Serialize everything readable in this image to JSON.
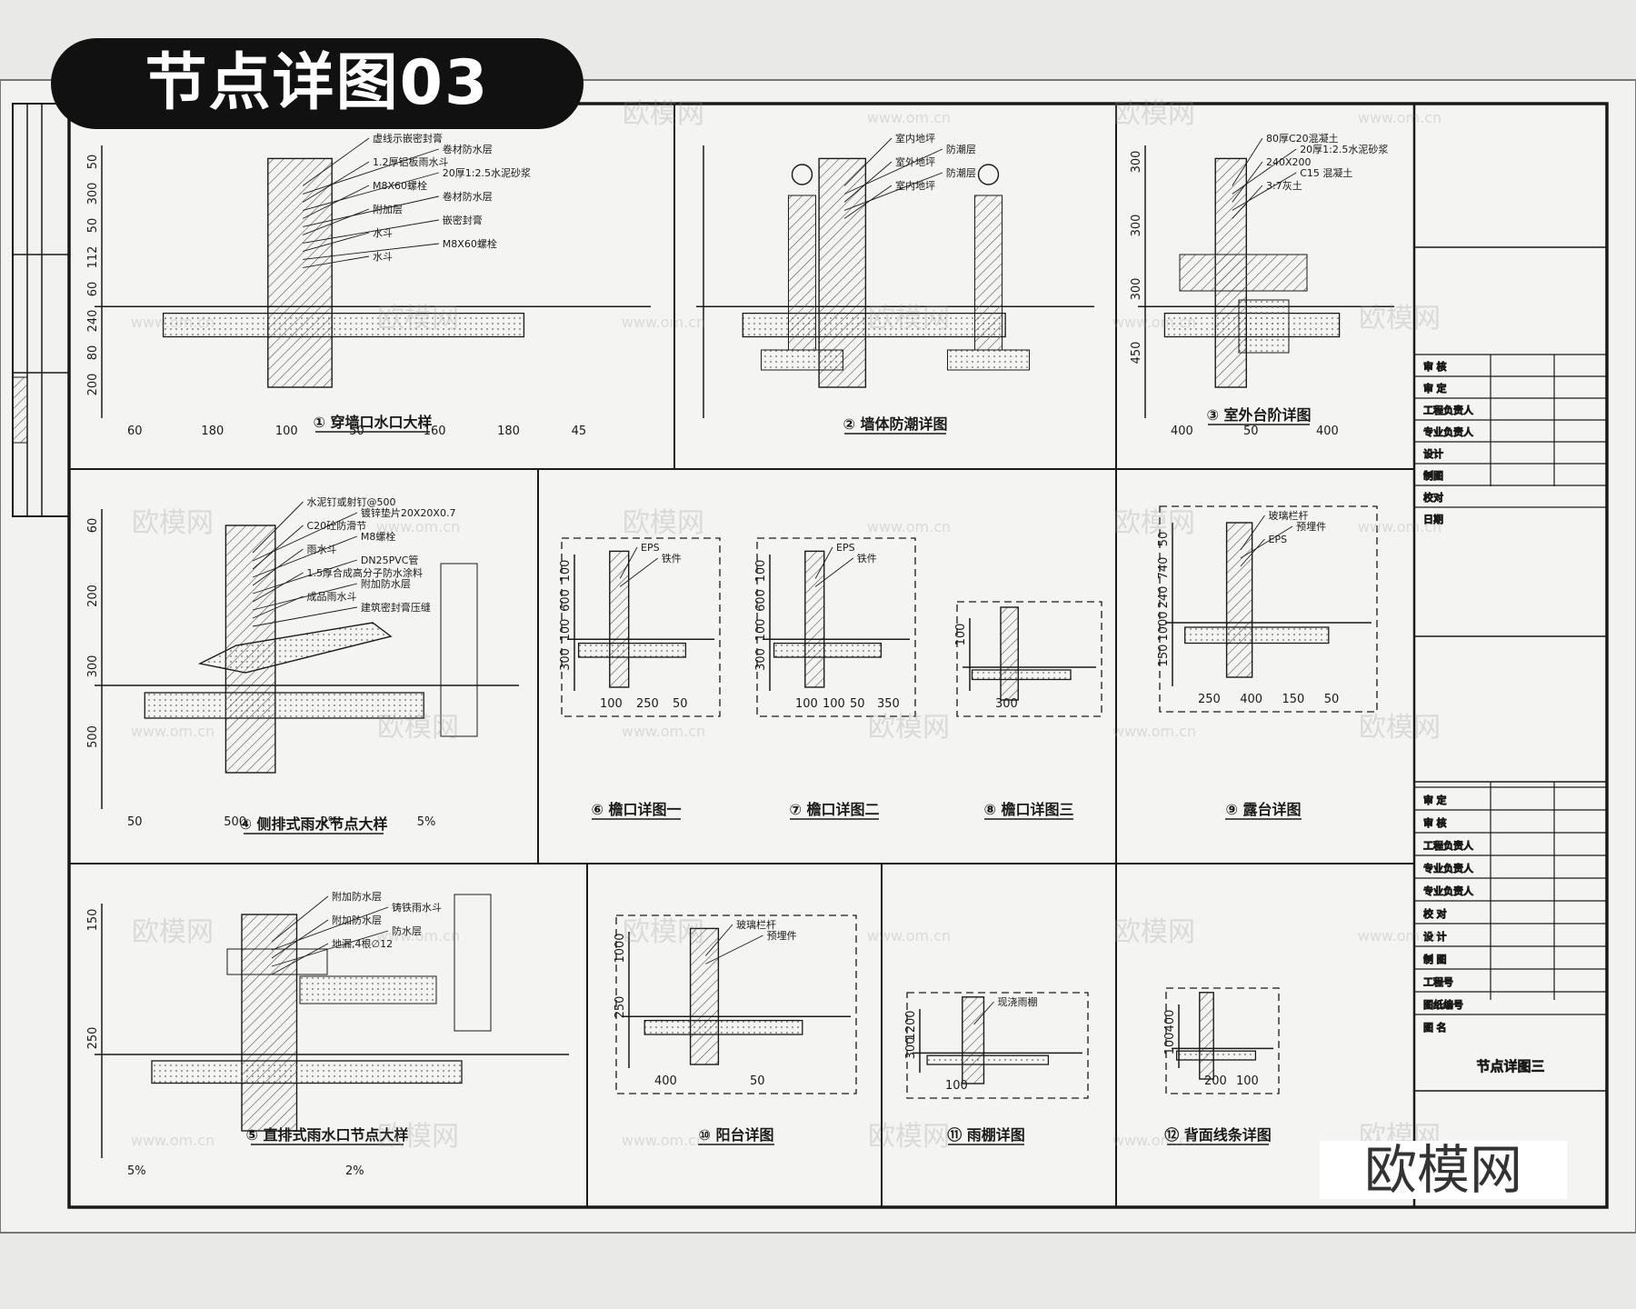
{
  "page_title": "节点详图03",
  "brand_logo": "欧模网",
  "watermarks": [
    "欧模网",
    "www.om.cn"
  ],
  "accent_colors": {
    "paper": "#e9e9e7",
    "ink": "#1a1a1a",
    "badge": "#111111"
  },
  "details": [
    {
      "id": "d1",
      "caption": "① 穿墙口水口大样",
      "annotations": [
        "虚线示嵌密封膏",
        "卷材防水层",
        "1.2厚铝板雨水斗",
        "20厚1:2.5水泥砂浆",
        "M8X60螺栓",
        "卷材防水层",
        "附加层",
        "嵌密封膏",
        "水斗",
        "M8X60螺栓",
        "水斗"
      ],
      "dimensions": [
        "50",
        "300",
        "50",
        "112",
        "60",
        "240",
        "80",
        "200",
        "60",
        "180",
        "100",
        "50",
        "160",
        "180",
        "45"
      ]
    },
    {
      "id": "d2",
      "caption": "② 墙体防潮详图",
      "annotations": [
        "室内地坪",
        "防潮层",
        "室外地坪",
        "防潮层",
        "室内地坪"
      ],
      "dimensions": []
    },
    {
      "id": "d3",
      "caption": "③ 室外台阶详图",
      "annotations": [
        "80厚C20混凝土",
        "20厚1:2.5水泥砂浆",
        "240X200",
        "C15 混凝土",
        "3:7灰土"
      ],
      "dimensions": [
        "300",
        "300",
        "300",
        "450",
        "400",
        "50",
        "400"
      ]
    },
    {
      "id": "d4",
      "caption": "④ 侧排式雨水节点大样",
      "annotations": [
        "水泥钉或射钉@500",
        "镀锌垫片20X20X0.7",
        "C20砼防滑节",
        "M8螺栓",
        "雨水斗",
        "DN25PVC管",
        "1.5厚合成高分子防水涂料",
        "附加防水层",
        "成品雨水斗",
        "建筑密封膏压缝"
      ],
      "dimensions": [
        "60",
        "200",
        "300",
        "500",
        "50",
        "500",
        "2%",
        "5%"
      ]
    },
    {
      "id": "d5",
      "caption": "⑤ 直排式雨水口节点大样",
      "annotations": [
        "附加防水层",
        "铸铁雨水斗",
        "附加防水层",
        "防水层",
        "地漏,4根∅12"
      ],
      "dimensions": [
        "150",
        "250",
        "5%",
        "2%"
      ]
    },
    {
      "id": "d6",
      "caption": "⑥ 檐口详图一",
      "annotations": [
        "EPS",
        "铁件"
      ],
      "dimensions": [
        "100",
        "600",
        "100",
        "300",
        "100",
        "250",
        "50"
      ]
    },
    {
      "id": "d7",
      "caption": "⑦ 檐口详图二",
      "annotations": [
        "EPS",
        "铁件"
      ],
      "dimensions": [
        "100",
        "600",
        "100",
        "300",
        "100",
        "100",
        "50",
        "350"
      ]
    },
    {
      "id": "d8",
      "caption": "⑧ 檐口详图三",
      "annotations": [],
      "dimensions": [
        "100",
        "300"
      ]
    },
    {
      "id": "d9",
      "caption": "⑨ 露台详图",
      "annotations": [
        "玻璃栏杆",
        "预埋件",
        "EPS"
      ],
      "dimensions": [
        "50",
        "740",
        "240",
        "1000",
        "150",
        "250",
        "400",
        "150",
        "50"
      ]
    },
    {
      "id": "d10",
      "caption": "⑩ 阳台详图",
      "annotations": [
        "玻璃栏杆",
        "预埋件"
      ],
      "dimensions": [
        "1000",
        "250",
        "400",
        "50"
      ]
    },
    {
      "id": "d11",
      "caption": "⑪ 雨棚详图",
      "annotations": [
        "现浇雨棚"
      ],
      "dimensions": [
        "1200",
        "300",
        "100"
      ]
    },
    {
      "id": "d12",
      "caption": "⑫ 背面线条详图",
      "annotations": [],
      "dimensions": [
        "400",
        "100",
        "200",
        "100"
      ]
    }
  ],
  "title_block": {
    "rows_top": [
      "审 核",
      "审 定",
      "工程负责人",
      "专业负责人",
      "设计",
      "制图",
      "校对",
      "日期"
    ],
    "rows_bottom": [
      "审 定",
      "审 核",
      "工程负责人",
      "专业负责人",
      "专业负责人",
      "校 对",
      "设 计",
      "制 图",
      "工程号",
      "图纸编号",
      "图 名"
    ],
    "drawing_name": "节点详图三"
  }
}
